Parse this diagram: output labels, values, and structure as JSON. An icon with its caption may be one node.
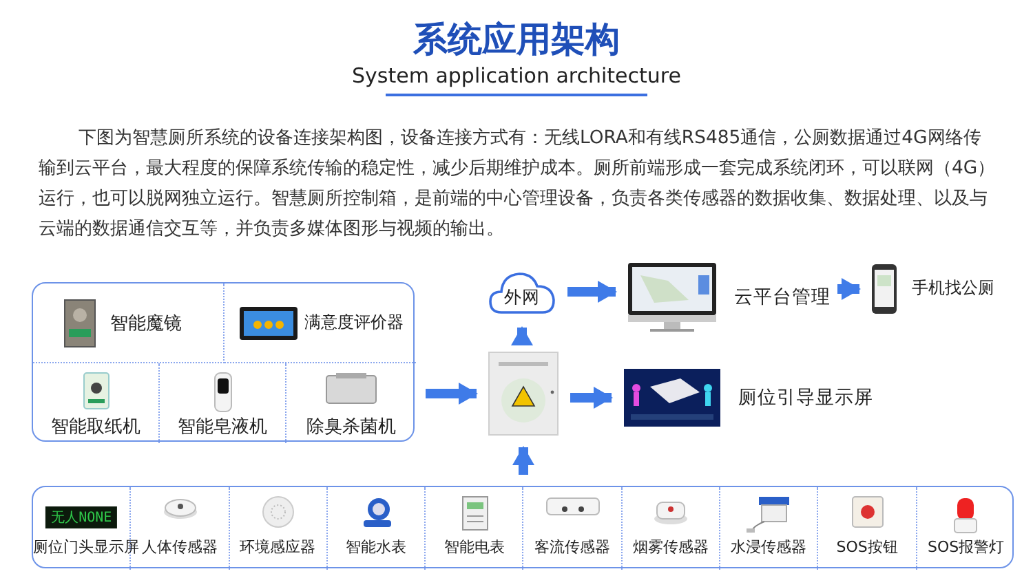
{
  "diagram": {
    "title": "系统应用架构",
    "nodes": [
      {
        "text": [],
        "shape": "box"
      },
      {
        "text": [
          "智能魔镜"
        ],
        "in": 0
      },
      {
        "text": [
          "满意度评价器"
        ],
        "in": 0
      },
      {
        "text": [
          "智能取纸机"
        ],
        "in": 0
      },
      {
        "text": [
          "智能皂液机"
        ],
        "in": 0
      },
      {
        "text": [
          "除臭杀菌机"
        ],
        "in": 0
      },
      {
        "text": [],
        "shape": "picture"
      },
      {
        "text": [
          "外网"
        ]
      },
      {
        "text": [
          "云平台管理"
        ]
      },
      {
        "text": [
          "手机找公厕"
        ]
      },
      {
        "text": [
          "厕位引导显示屏"
        ]
      },
      {
        "text": [],
        "shape": "box"
      },
      {
        "text": [
          "无人NONE",
          "厕位门头显示屏"
        ],
        "in": 11
      },
      {
        "text": [
          "人体传感器"
        ],
        "in": 11
      },
      {
        "text": [
          "环境感应器"
        ],
        "in": 11
      },
      {
        "text": [
          "智能水表"
        ],
        "in": 11
      },
      {
        "text": [
          "智能电表"
        ],
        "in": 11
      },
      {
        "text": [
          "客流传感器"
        ],
        "in": 11
      },
      {
        "text": [
          "烟雾传感器"
        ],
        "in": 11
      },
      {
        "text": [
          "水浸传感器"
        ],
        "in": 11
      },
      {
        "text": [
          "SOS按钮"
        ],
        "in": 11
      },
      {
        "text": [
          "SOS报警灯"
        ],
        "in": 11
      }
    ],
    "edges": [
      {
        "from": 0,
        "to": 6,
        "arrow": "to"
      },
      {
        "from": 11,
        "to": 6,
        "arrow": "to"
      },
      {
        "from": 6,
        "to": 7,
        "arrow": "to"
      },
      {
        "from": 7,
        "to": 8,
        "arrow": "to"
      },
      {
        "from": 8,
        "to": 9,
        "arrow": "to"
      },
      {
        "from": 6,
        "to": 10,
        "arrow": "to"
      }
    ],
    "labels": [
      "System application architecture",
      "下图为智慧厕所系统的设备连接架构图，设备连接方式有：无线LORA和有线RS485通信，公厕数据通过4G网络传输到云平台，最大程度的保障系统传输的稳定性，减少后期维护成本。厕所前端形成一套完成系统闭环，可以联网（4G）运行，也可以脱网独立运行。智慧厕所控制箱，是前端的中心管理设备，负责各类传感器的数据收集、数据处理、以及与云端的数据通信交互等，并负责多媒体图形与视频的输出。"
    ]
  }
}
